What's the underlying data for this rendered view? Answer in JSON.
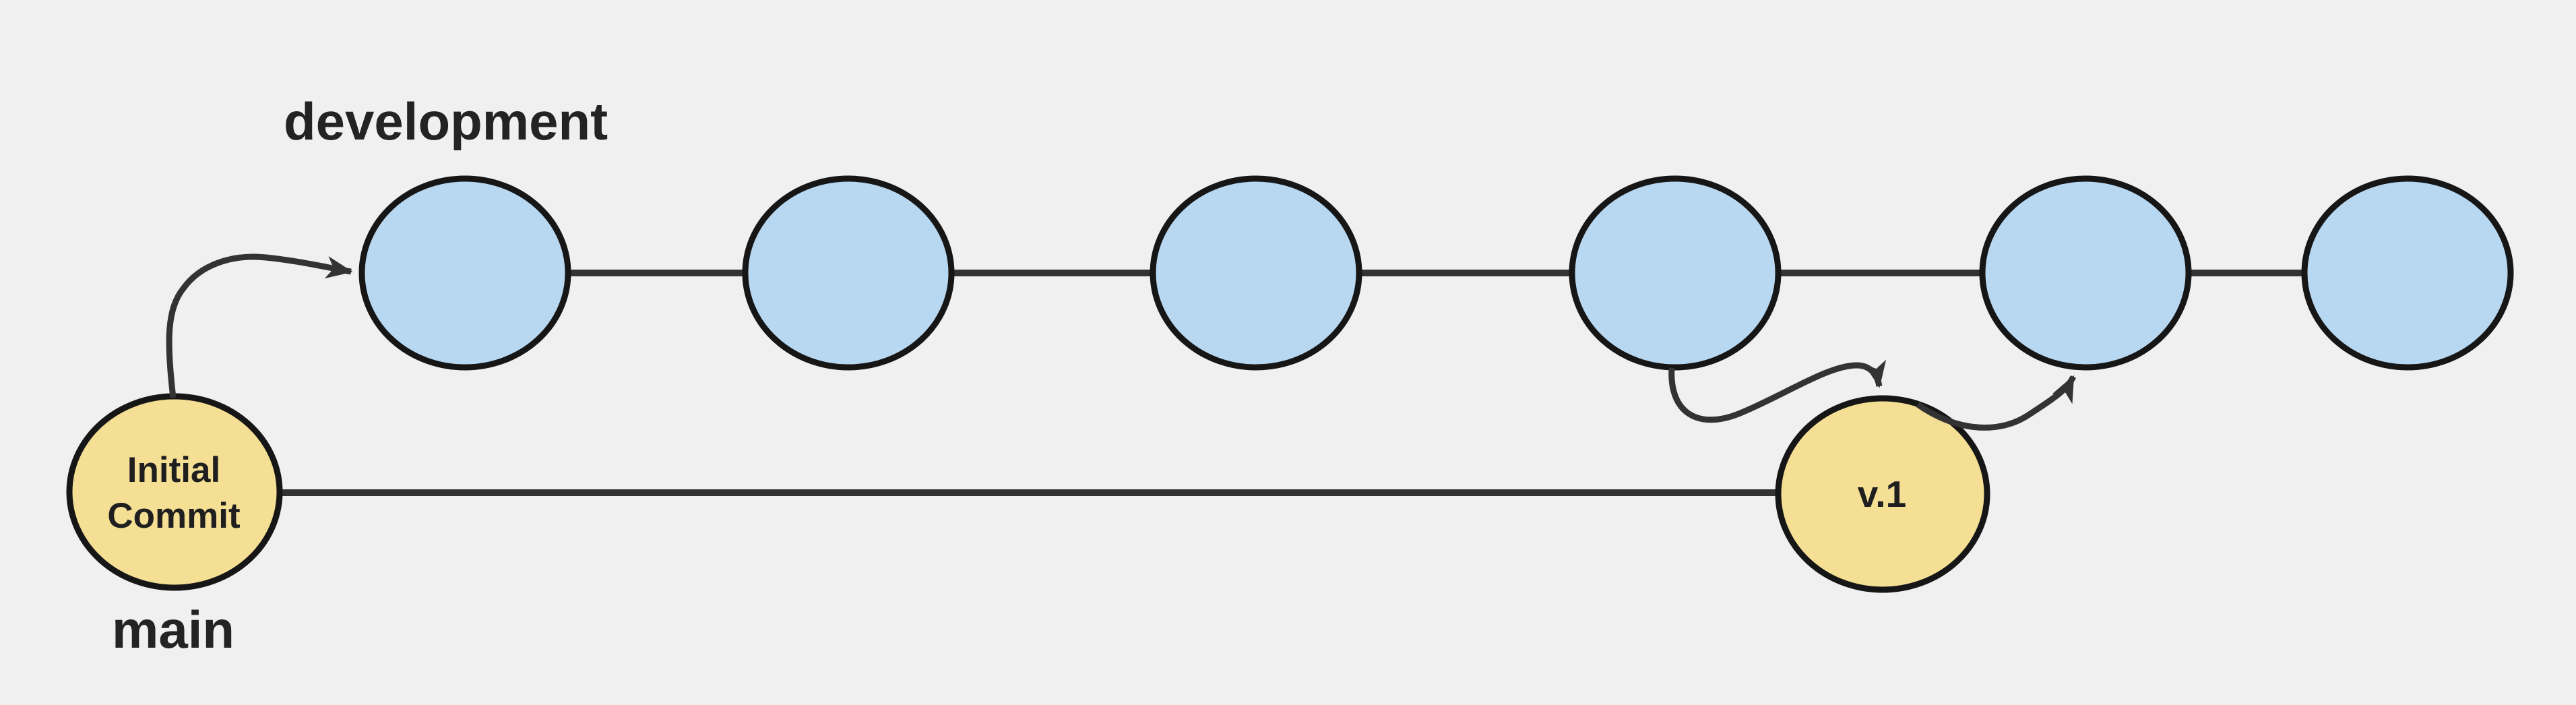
{
  "diagram": {
    "type": "git-branch-diagram",
    "background_color": "#f0f0f0",
    "branches": {
      "development": {
        "label": "development",
        "commit_count": 6,
        "node_fill": "#b8d8f2"
      },
      "main": {
        "label": "main",
        "node_fill": "#f4df94"
      }
    },
    "nodes": {
      "initial_commit": {
        "label": "Initial Commit",
        "label_line1": "Initial",
        "label_line2": "Commit",
        "fill": "#f4df94",
        "branch": "main"
      },
      "v1": {
        "label": "v.1",
        "fill": "#f4df94",
        "branch": "main"
      },
      "development_commits": {
        "count": 6,
        "fill": "#b8d8f2",
        "labels": [
          "",
          "",
          "",
          "",
          "",
          ""
        ]
      }
    },
    "edges": {
      "branch_arrow": "Initial Commit to development commit 1",
      "merge_arrow_in": "development commit 4 to v.1",
      "merge_arrow_out": "v.1 to development commit 5"
    },
    "colors": {
      "background": "#f0f0f0",
      "commit_blue": "#b8d8f2",
      "commit_yellow": "#f4df94",
      "node_stroke": "#161616",
      "connector": "#333333",
      "label_text": "#232323"
    }
  }
}
